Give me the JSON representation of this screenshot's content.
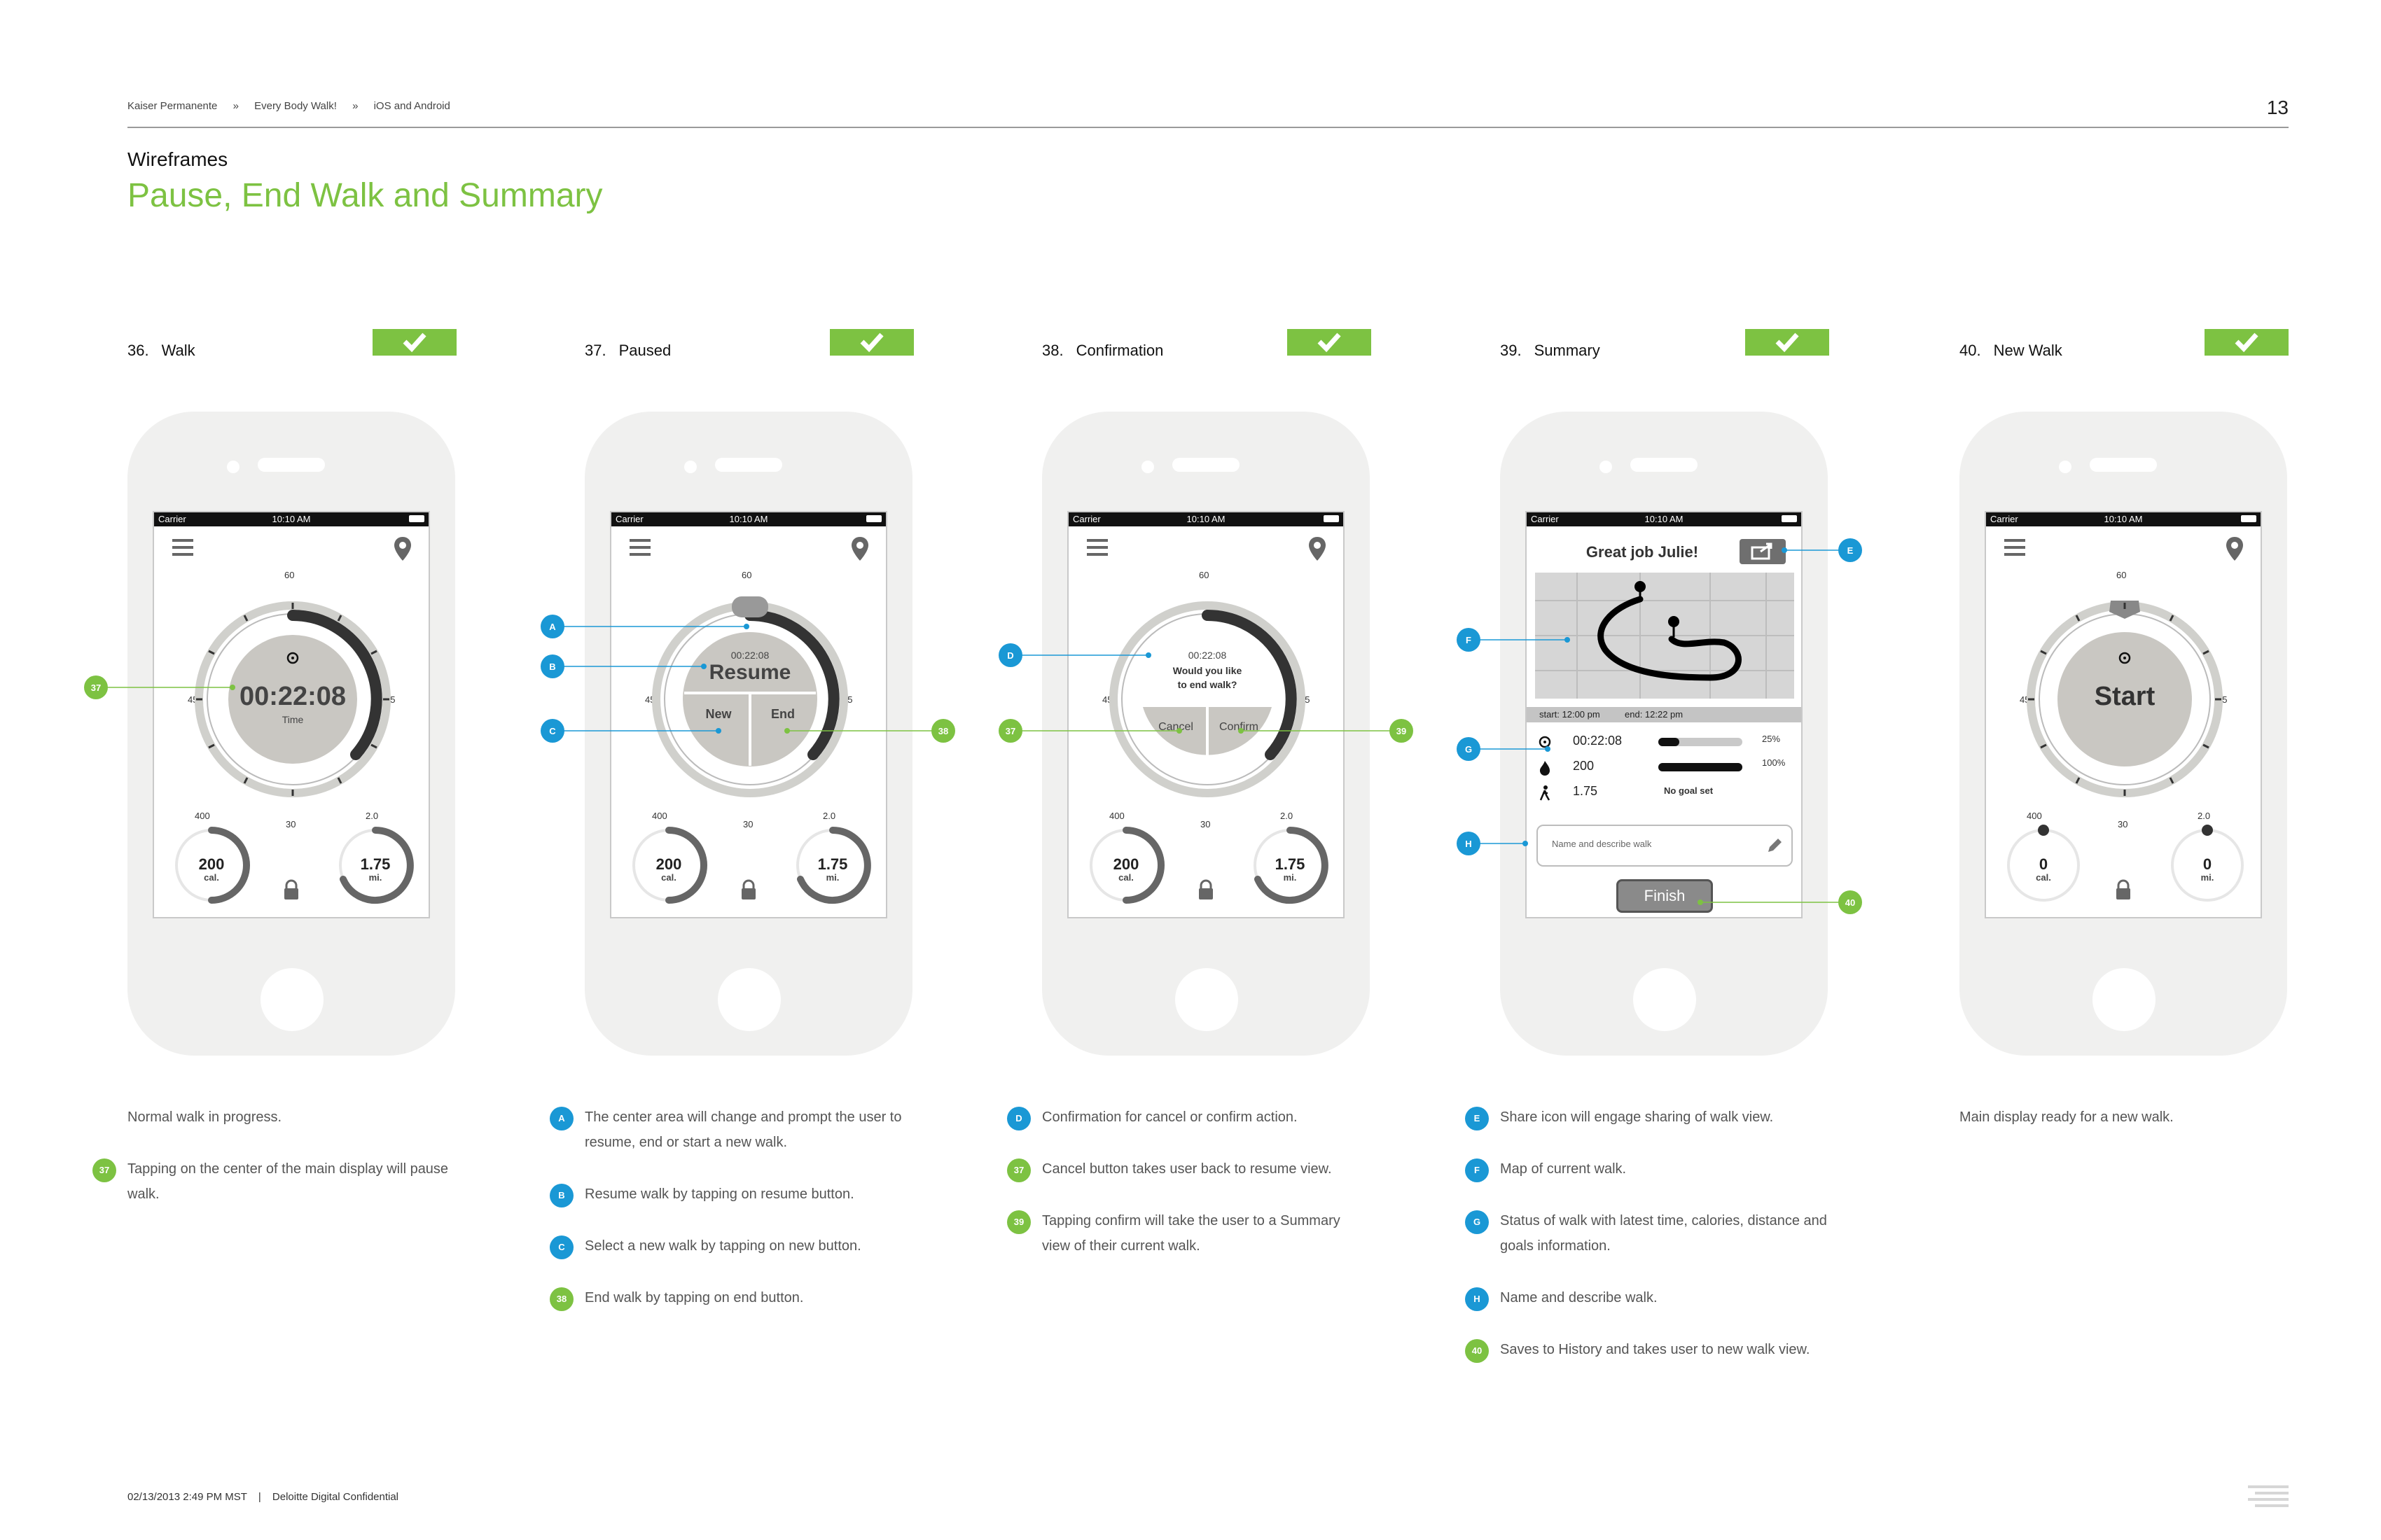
{
  "header": {
    "breadcrumb": [
      "Kaiser Permanente",
      "»",
      "Every Body Walk!",
      "»",
      "iOS and Android"
    ],
    "page_number": "13",
    "section_label": "Wireframes",
    "title": "Pause, End Walk and Summary"
  },
  "phone_common": {
    "carrier": "Carrier",
    "time": "10:10 AM",
    "dial_ticks": {
      "top": "60",
      "right": "15",
      "bottom": "30",
      "left": "45"
    }
  },
  "screens": [
    {
      "num": "36.",
      "label": "Walk",
      "timer": "00:22:08",
      "timer_caption": "Time",
      "cal_max": "400",
      "cal_value": "200",
      "cal_unit": "cal.",
      "dist_max": "2.0",
      "dist_value": "1.75",
      "dist_unit": "mi.",
      "description": [
        {
          "badge": "",
          "text": "Normal walk in progress."
        },
        {
          "badge": "37",
          "color": "green",
          "text": "Tapping on the center of the main display will pause walk."
        }
      ]
    },
    {
      "num": "37.",
      "label": "Paused",
      "timer": "00:22:08",
      "resume_label": "Resume",
      "new_label": "New",
      "end_label": "End",
      "cal_max": "400",
      "cal_value": "200",
      "cal_unit": "cal.",
      "dist_max": "2.0",
      "dist_value": "1.75",
      "dist_unit": "mi.",
      "description": [
        {
          "badge": "A",
          "color": "blue",
          "text": "The center area will change and prompt the user to resume, end or start a new walk."
        },
        {
          "badge": "B",
          "color": "blue",
          "text": "Resume walk by tapping on resume button."
        },
        {
          "badge": "C",
          "color": "blue",
          "text": "Select a new walk by tapping on new button."
        },
        {
          "badge": "38",
          "color": "green",
          "text": "End walk by tapping on end button."
        }
      ]
    },
    {
      "num": "38.",
      "label": "Confirmation",
      "timer": "00:22:08",
      "prompt_line1": "Would you like",
      "prompt_line2": "to end walk?",
      "cancel_label": "Cancel",
      "confirm_label": "Confirm",
      "cal_max": "400",
      "cal_value": "200",
      "cal_unit": "cal.",
      "dist_max": "2.0",
      "dist_value": "1.75",
      "dist_unit": "mi.",
      "description": [
        {
          "badge": "D",
          "color": "blue",
          "text": "Confirmation for cancel or confirm action."
        },
        {
          "badge": "37",
          "color": "green",
          "text": "Cancel button takes user back to resume view."
        },
        {
          "badge": "39",
          "color": "green",
          "text": "Tapping confirm will take the user to a Summary view of their current walk."
        }
      ]
    },
    {
      "num": "39.",
      "label": "Summary",
      "heading": "Great job Julie!",
      "start_time": "start: 12:00 pm",
      "end_time": "end: 12:22 pm",
      "stats": [
        {
          "icon": "clock-icon",
          "value": "00:22:08",
          "progress": 0.25,
          "progress_label": "25%"
        },
        {
          "icon": "flame-icon",
          "value": "200",
          "progress": 1.0,
          "progress_label": "100%"
        },
        {
          "icon": "walker-icon",
          "value": "1.75",
          "goal_text": "No goal set"
        }
      ],
      "name_placeholder": "Name and describe walk",
      "finish_label": "Finish",
      "description": [
        {
          "badge": "E",
          "color": "blue",
          "text": "Share icon will engage sharing of walk view."
        },
        {
          "badge": "F",
          "color": "blue",
          "text": "Map of current walk."
        },
        {
          "badge": "G",
          "color": "blue",
          "text": "Status of walk with latest time, calories, distance and goals information."
        },
        {
          "badge": "H",
          "color": "blue",
          "text": "Name and describe walk."
        },
        {
          "badge": "40",
          "color": "green",
          "text": "Saves to History and takes user to new walk view."
        }
      ]
    },
    {
      "num": "40.",
      "label": "New Walk",
      "start_label": "Start",
      "cal_max": "400",
      "cal_value": "0",
      "cal_unit": "cal.",
      "dist_max": "2.0",
      "dist_value": "0",
      "dist_unit": "mi.",
      "description": [
        {
          "badge": "",
          "text": "Main display ready for a new walk."
        }
      ]
    }
  ],
  "callouts": {
    "walk_37": "37",
    "paused_a": "A",
    "paused_b": "B",
    "paused_c": "C",
    "paused_38": "38",
    "confirm_d": "D",
    "confirm_37": "37",
    "confirm_39": "39",
    "summary_e": "E",
    "summary_f": "F",
    "summary_g": "G",
    "summary_h": "H",
    "summary_40": "40"
  },
  "footer": {
    "date": "02/13/2013 2:49 PM MST",
    "separator": "|",
    "confidential": "Deloitte Digital Confidential"
  },
  "colors": {
    "accent_green": "#7dc242",
    "callout_blue": "#1a98d5",
    "phone_body": "#f0f0ef",
    "dial_ring": "#d0d0cc",
    "dial_center": "#c9c7c2"
  }
}
